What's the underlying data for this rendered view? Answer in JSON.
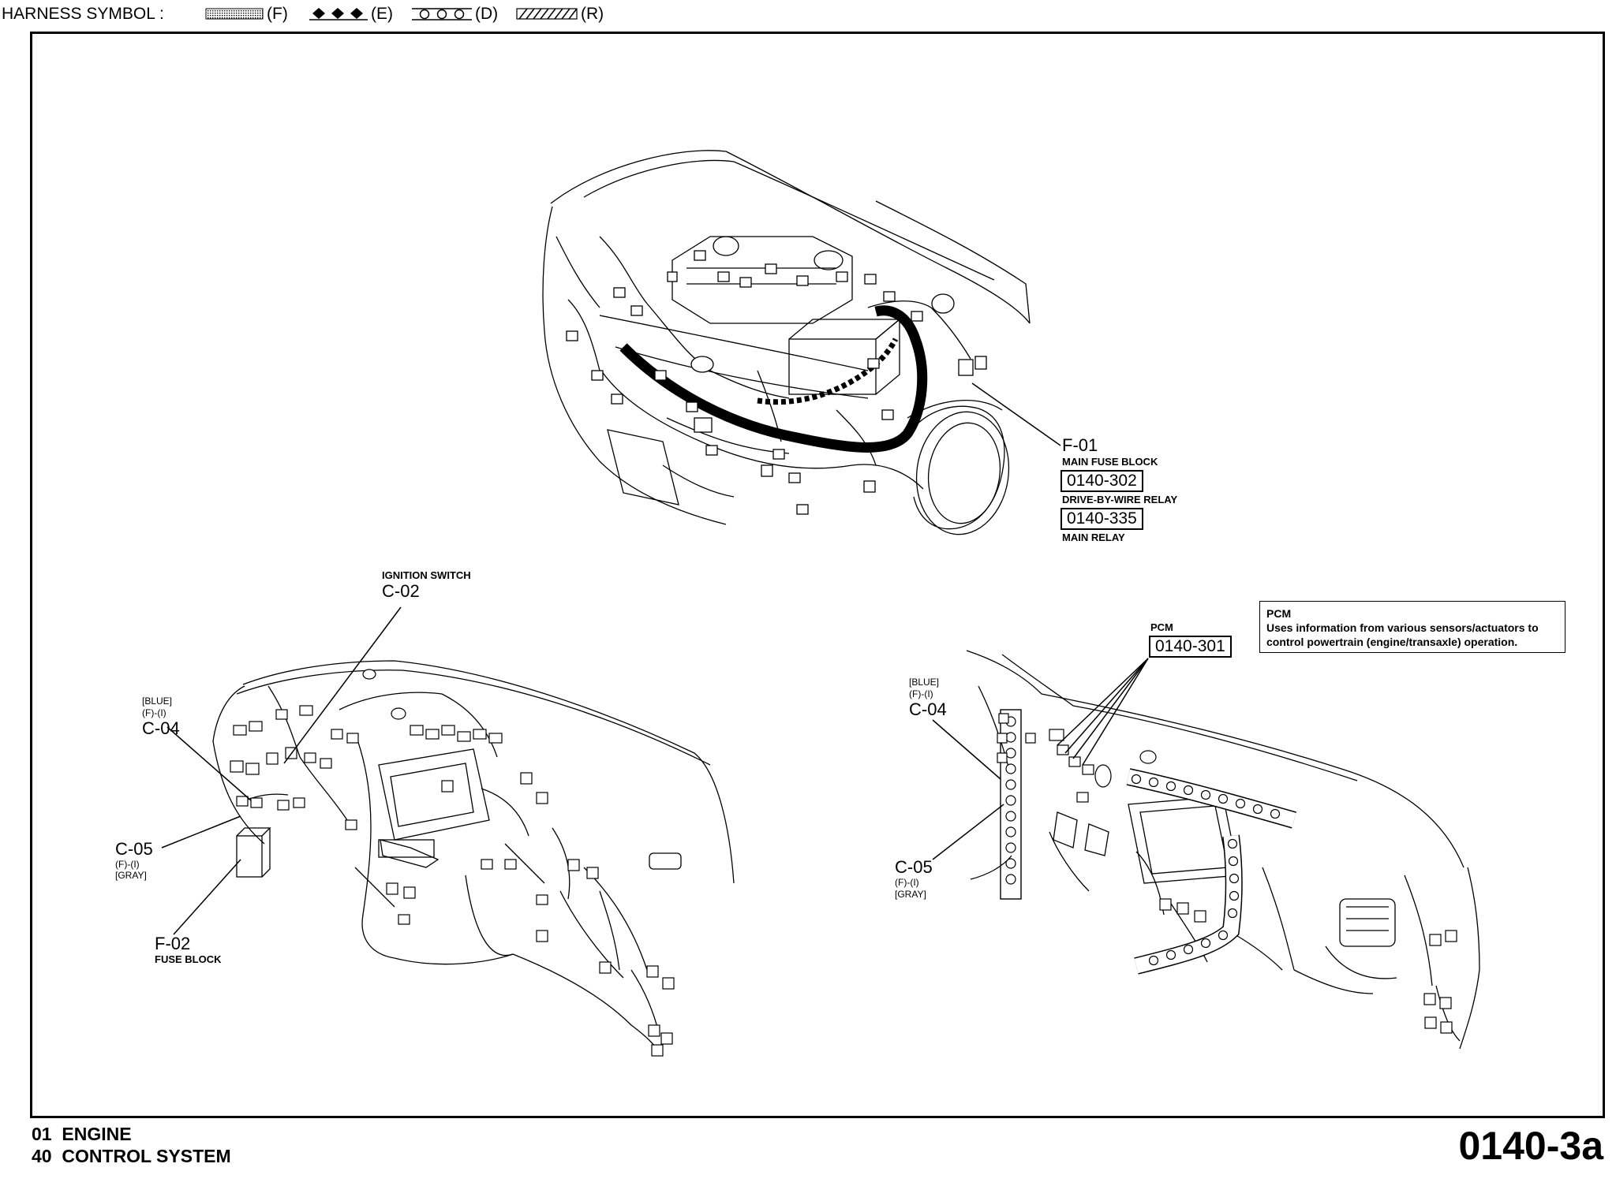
{
  "legend": {
    "title": "HARNESS SYMBOL :",
    "items": [
      {
        "symbol": "dotted",
        "code": "(F)"
      },
      {
        "symbol": "diamonds",
        "code": "(E)"
      },
      {
        "symbol": "circles",
        "code": "(D)"
      },
      {
        "symbol": "hatched",
        "code": "(R)"
      }
    ]
  },
  "callouts": {
    "f01": {
      "id": "F-01",
      "desc": "MAIN FUSE BLOCK"
    },
    "ref_302": "0140-302",
    "dbw_relay": "DRIVE-BY-WIRE RELAY",
    "ref_335": "0140-335",
    "main_relay": "MAIN RELAY",
    "c02": {
      "desc": "IGNITION SWITCH",
      "id": "C-02"
    },
    "c04_left": {
      "color": "[BLUE]",
      "code": "(F)-(I)",
      "id": "C-04"
    },
    "c05_left": {
      "id": "C-05",
      "code": "(F)-(I)",
      "color": "[GRAY]"
    },
    "f02": {
      "id": "F-02",
      "desc": "FUSE BLOCK"
    },
    "pcm": {
      "label": "PCM",
      "ref": "0140-301"
    },
    "c04_right": {
      "color": "[BLUE]",
      "code": "(F)-(I)",
      "id": "C-04"
    },
    "c05_right": {
      "id": "C-05",
      "code": "(F)-(I)",
      "color": "[GRAY]"
    }
  },
  "info_box": {
    "title": "PCM",
    "text": "Uses information from various sensors/actuators to control powertrain (engine/transaxle) operation."
  },
  "footer": {
    "line1_num": "01",
    "line1_text": "ENGINE",
    "line2_num": "40",
    "line2_text": "CONTROL SYSTEM",
    "page_number": "0140-3a"
  }
}
